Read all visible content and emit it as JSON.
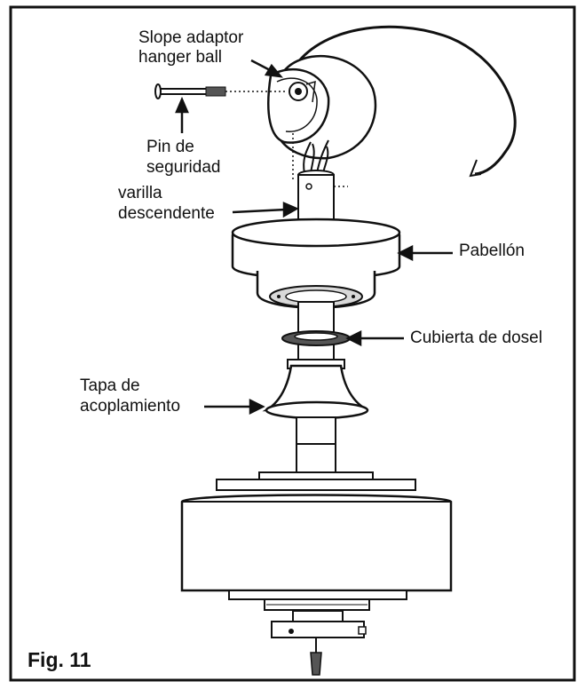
{
  "labels": {
    "slope_adaptor_1": "Slope adaptor",
    "slope_adaptor_2": "hanger ball",
    "pin_1": "Pin de",
    "pin_2": "seguridad",
    "varilla_1": "varilla",
    "varilla_2": "descendente",
    "pabellon": "Pabellón",
    "cubierta": "Cubierta de dosel",
    "tapa_1": "Tapa de",
    "tapa_2": "acoplamiento"
  },
  "figure": {
    "caption": "Fig. 11"
  },
  "colors": {
    "line": "#111111",
    "fill": "#ffffff",
    "shade": "#d9d9d9",
    "dark": "#555555"
  }
}
